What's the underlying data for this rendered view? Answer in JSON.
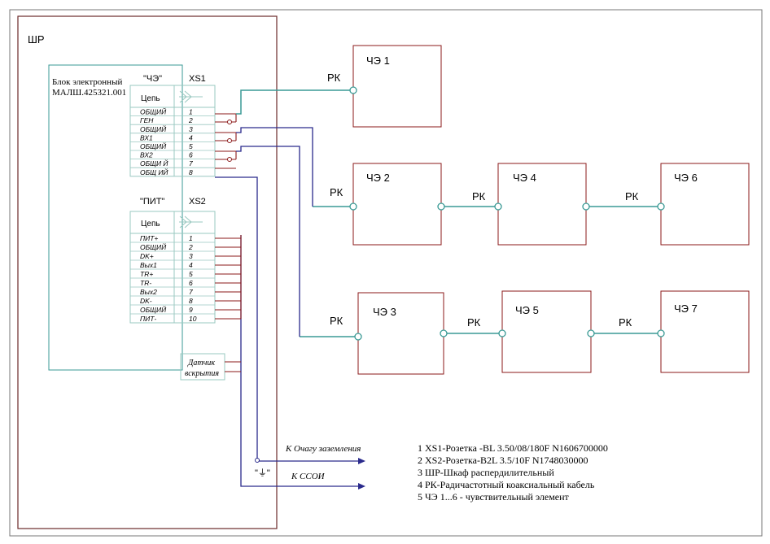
{
  "cabinet": {
    "label": "ШР"
  },
  "block": {
    "line1": "Блок электронный",
    "line2": "МАЛШ.425321.001"
  },
  "xs1": {
    "name": "\"ЧЭ\"",
    "id": "XS1",
    "header": "Цепь",
    "pins": [
      {
        "sig": "ОБЩИЙ",
        "num": "1"
      },
      {
        "sig": "ГЕН",
        "num": "2"
      },
      {
        "sig": "ОБЩИЙ",
        "num": "3"
      },
      {
        "sig": "ВХ1",
        "num": "4"
      },
      {
        "sig": "ОБЩИЙ",
        "num": "5"
      },
      {
        "sig": "ВХ2",
        "num": "6"
      },
      {
        "sig": "ОБЩИ   Й",
        "num": "7"
      },
      {
        "sig": "ОБЩ   ИЙ",
        "num": "8"
      }
    ]
  },
  "xs2": {
    "name": "\"ПИТ\"",
    "id": "XS2",
    "header": "Цепь",
    "pins": [
      {
        "sig": "ПИТ+",
        "num": "1"
      },
      {
        "sig": "ОБЩИЙ",
        "num": "2"
      },
      {
        "sig": "DK+",
        "num": "3"
      },
      {
        "sig": "Вых1",
        "num": "4"
      },
      {
        "sig": "TR+",
        "num": "5"
      },
      {
        "sig": "TR-",
        "num": "6"
      },
      {
        "sig": "Вых2",
        "num": "7"
      },
      {
        "sig": "DK-",
        "num": "8"
      },
      {
        "sig": "ОБЩИЙ",
        "num": "9"
      },
      {
        "sig": "ПИТ-",
        "num": "10"
      }
    ]
  },
  "sensor": {
    "line1": "Датчик",
    "line2": "вскрытия"
  },
  "elements": [
    "ЧЭ 1",
    "ЧЭ 2",
    "ЧЭ 3",
    "ЧЭ 4",
    "ЧЭ 5",
    "ЧЭ 6",
    "ЧЭ 7"
  ],
  "cable_label": "РК",
  "ground_label": "К Очагу заземления",
  "ground_symbol": "\"⏚\"",
  "ssoi_label": "К ССОИ",
  "notes": [
    "1 XS1-Розетка -BL 3.50/08/180F N1606700000",
    "2 XS2-Розетка-B2L 3.5/10F  N1748030000",
    "3  ШР-Шкаф распердилительный",
    "4 РК-Радичастотный коаксиальный кабель",
    "5 ЧЭ 1...6  - чувствительный элемент"
  ],
  "colors": {
    "wire_red": "#8b1a1a",
    "coax": "#3a9a95",
    "wire_blue": "#2a2a8c",
    "box": "#6b2a2a",
    "connector": "#9ac8c0"
  }
}
